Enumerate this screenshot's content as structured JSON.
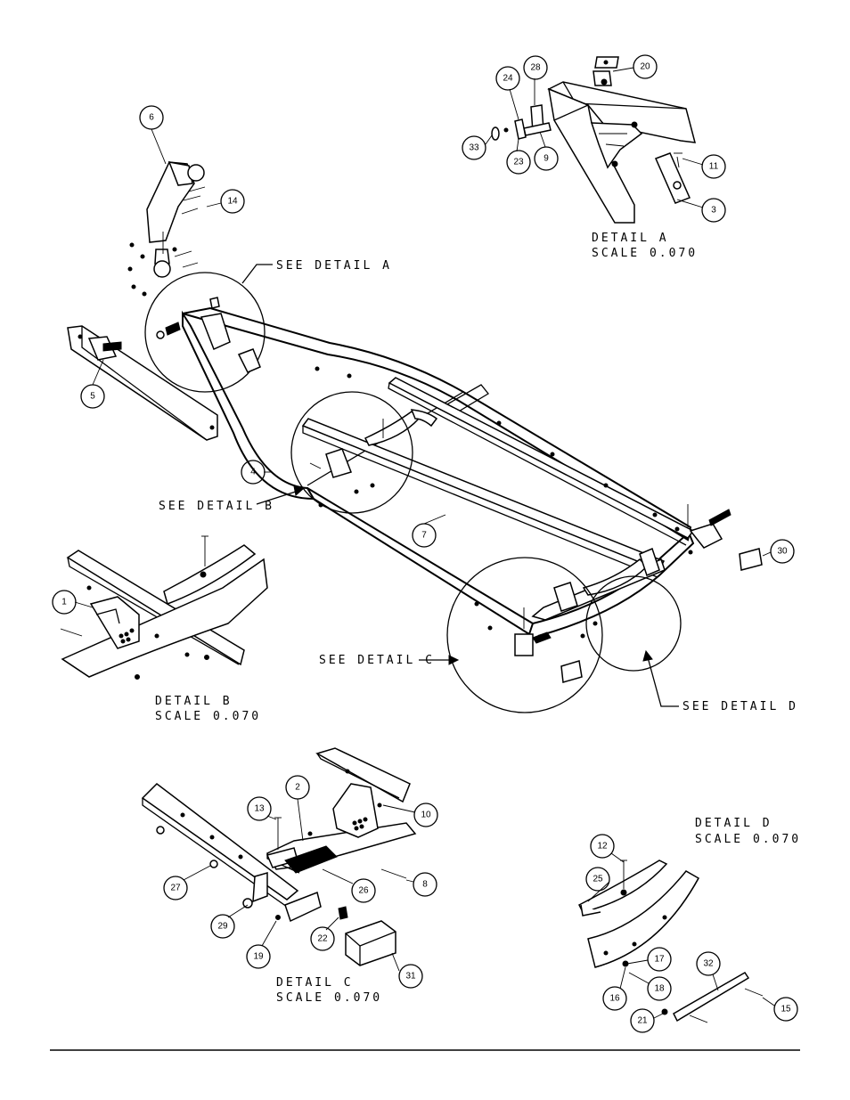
{
  "details": {
    "a": {
      "title": "DETAIL A",
      "scale": "SCALE 0.070",
      "callout": "SEE DETAIL A"
    },
    "b": {
      "title": "DETAIL B",
      "scale": "SCALE 0.070",
      "callout": "SEE DETAIL B"
    },
    "c": {
      "title": "DETAIL C",
      "scale": "SCALE 0.070",
      "callout": "SEE DETAIL C"
    },
    "d": {
      "title": "DETAIL D",
      "scale": "SCALE 0.070",
      "callout": "SEE DETAIL D"
    }
  },
  "balloons": {
    "b1": "1",
    "b2": "2",
    "b3": "3",
    "b4": "4",
    "b5": "5",
    "b6": "6",
    "b7": "7",
    "b8": "8",
    "b9": "9",
    "b10": "10",
    "b11": "11",
    "b12": "12",
    "b13": "13",
    "b14": "14",
    "b15": "15",
    "b16": "16",
    "b17": "17",
    "b18": "18",
    "b19": "19",
    "b20": "20",
    "b21": "21",
    "b22": "22",
    "b23": "23",
    "b24": "24",
    "b25": "25",
    "b26": "26",
    "b27": "27",
    "b28": "28",
    "b29": "29",
    "b30": "30",
    "b31": "31",
    "b32": "32",
    "b33": "33"
  }
}
